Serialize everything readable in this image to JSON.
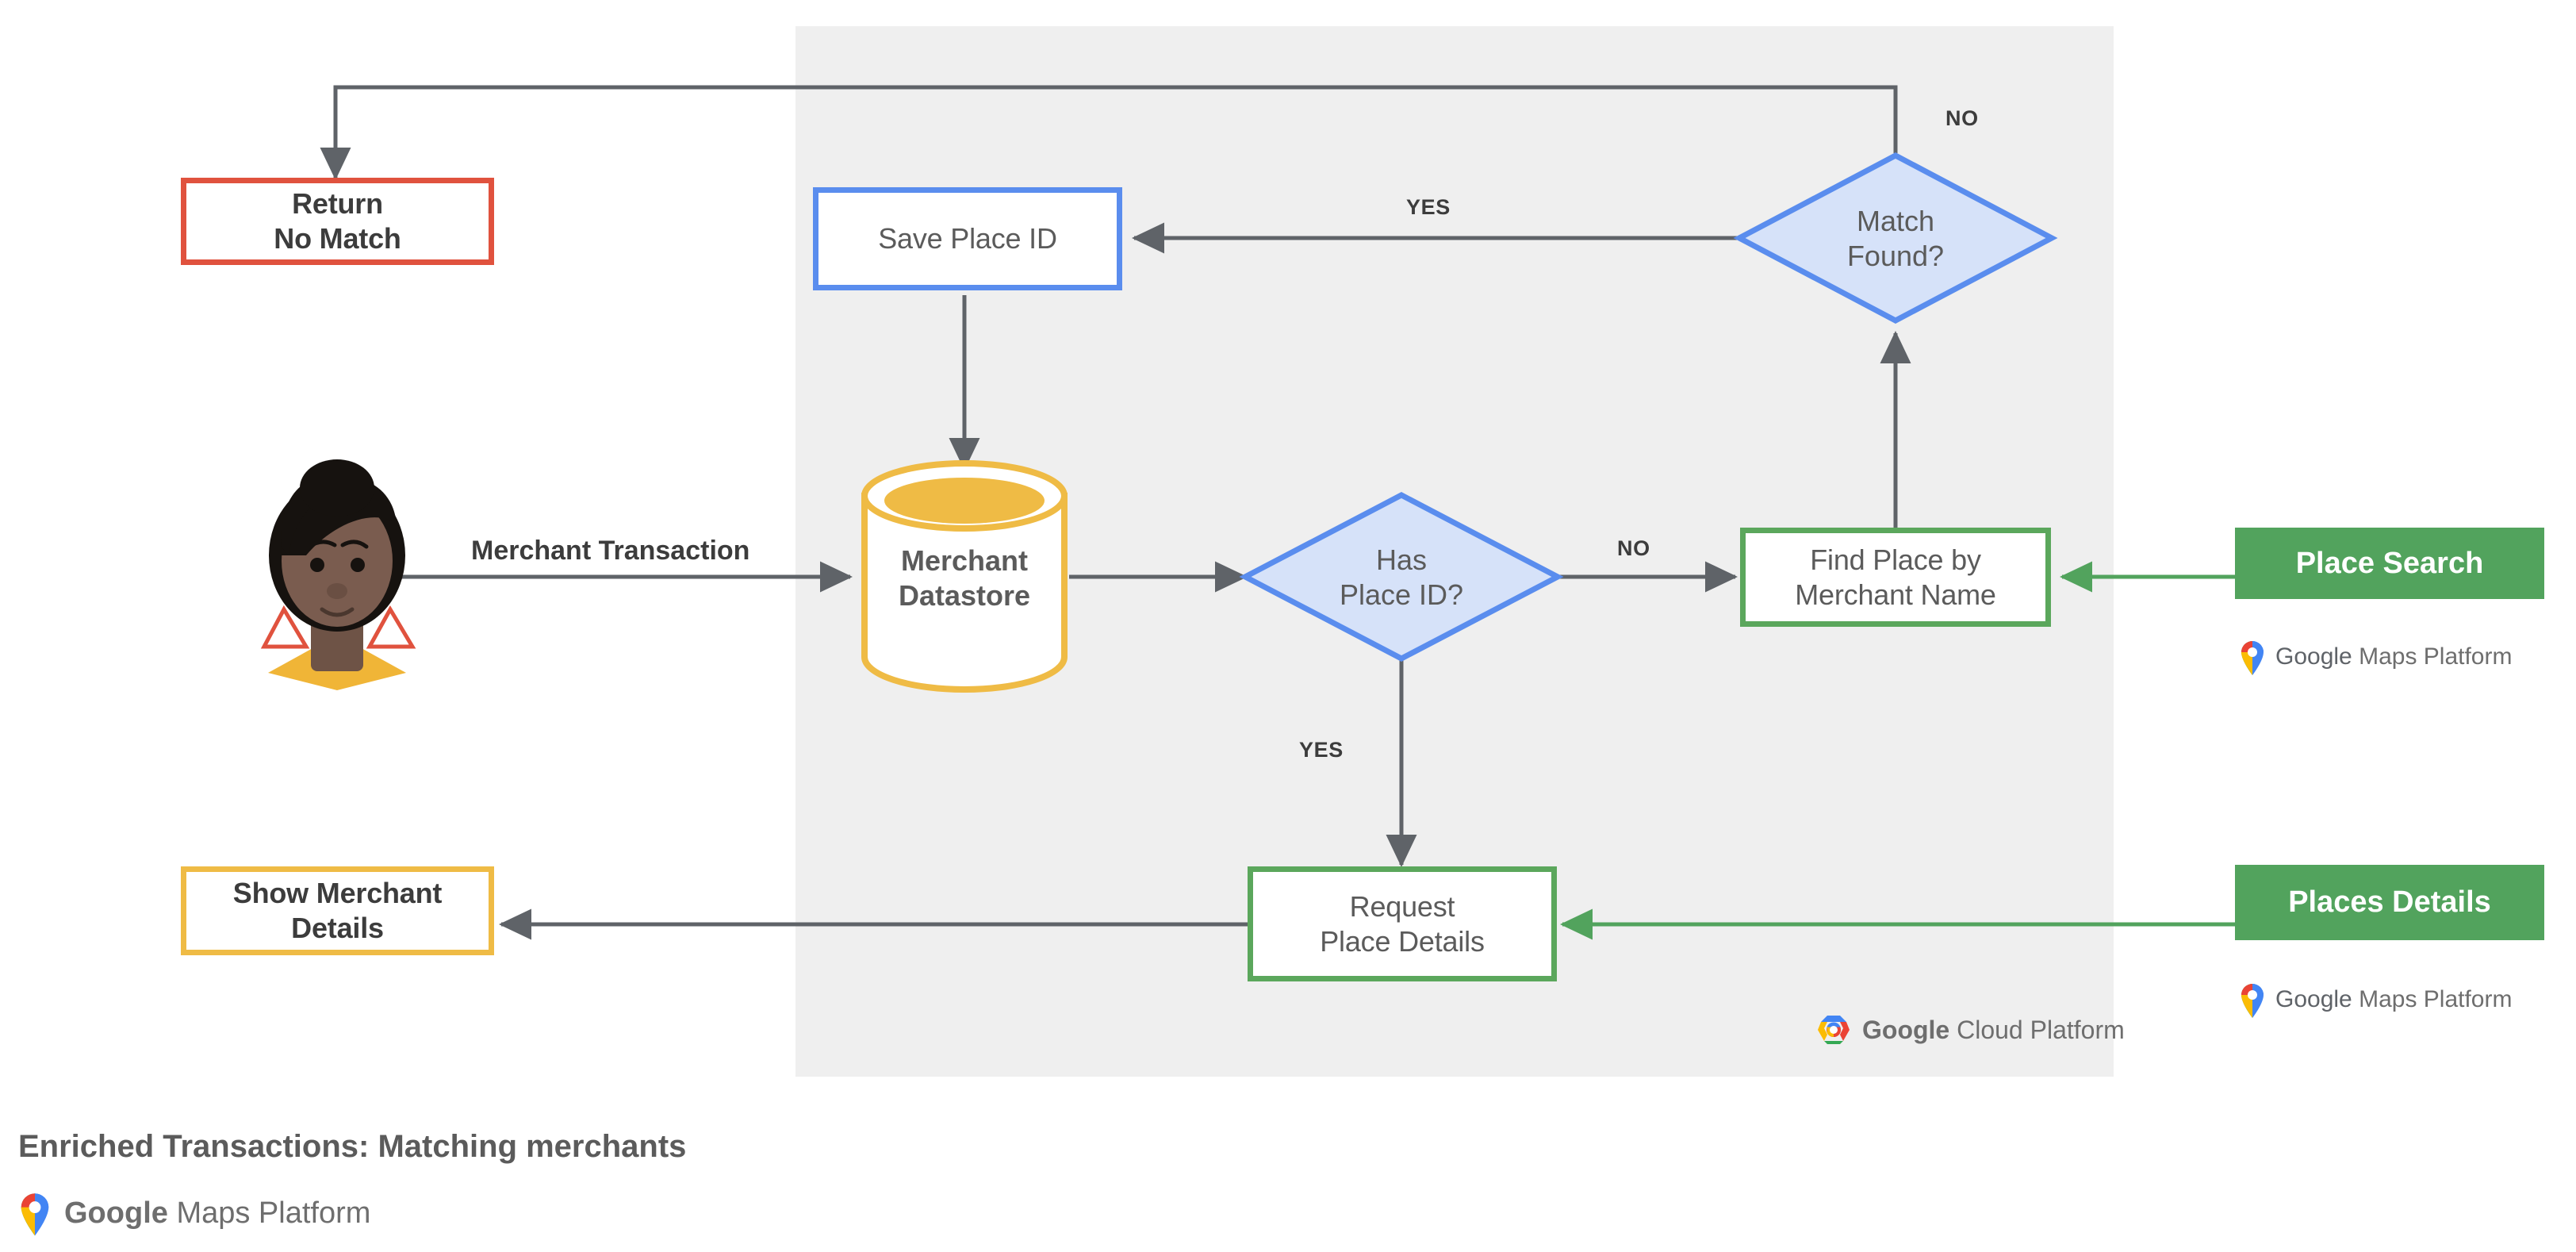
{
  "diagram": {
    "caption": "Enriched Transactions: Matching merchants",
    "panel": {
      "label": "google-cloud-platform-region",
      "background": "#EFEFEF"
    },
    "colors": {
      "red": "#E0523E",
      "blue": "#5A8DEE",
      "blue_fill": "#D6E2F9",
      "green": "#5BA75C",
      "green_solid": "#52A35D",
      "yellow": "#EFBB45",
      "line": "#5f6368",
      "text": "#5b5b5b",
      "panel_bg": "#EFEFEF"
    },
    "nodes": {
      "return_no_match": {
        "line1": "Return",
        "line2": "No Match"
      },
      "save_place_id": {
        "label": "Save Place ID"
      },
      "match_found": {
        "line1": "Match",
        "line2": "Found?"
      },
      "merchant_datastore": {
        "line1": "Merchant",
        "line2": "Datastore"
      },
      "has_place_id": {
        "line1": "Has",
        "line2": "Place ID?"
      },
      "find_place_by_merchant_name": {
        "line1": "Find Place by",
        "line2": "Merchant Name"
      },
      "place_search": {
        "label": "Place Search"
      },
      "request_place_details": {
        "line1": "Request",
        "line2": "Place Details"
      },
      "places_details": {
        "label": "Places Details"
      },
      "show_merchant_details": {
        "line1": "Show Merchant",
        "line2": "Details"
      }
    },
    "edge_labels": {
      "merchant_transaction": "Merchant Transaction",
      "match_found_no": "NO",
      "match_found_yes": "YES",
      "has_place_id_no": "NO",
      "has_place_id_yes": "YES"
    },
    "logos": {
      "maps_platform_google": "Google",
      "maps_platform_suffix": " Maps Platform",
      "cloud_platform_google": "Google",
      "cloud_platform_suffix": " Cloud Platform"
    },
    "icons": {
      "avatar": "person-avatar-icon",
      "maps_pin": "google-maps-pin-icon",
      "cloud_hex": "google-cloud-hexagon-icon",
      "datastore": "database-cylinder-icon"
    }
  }
}
